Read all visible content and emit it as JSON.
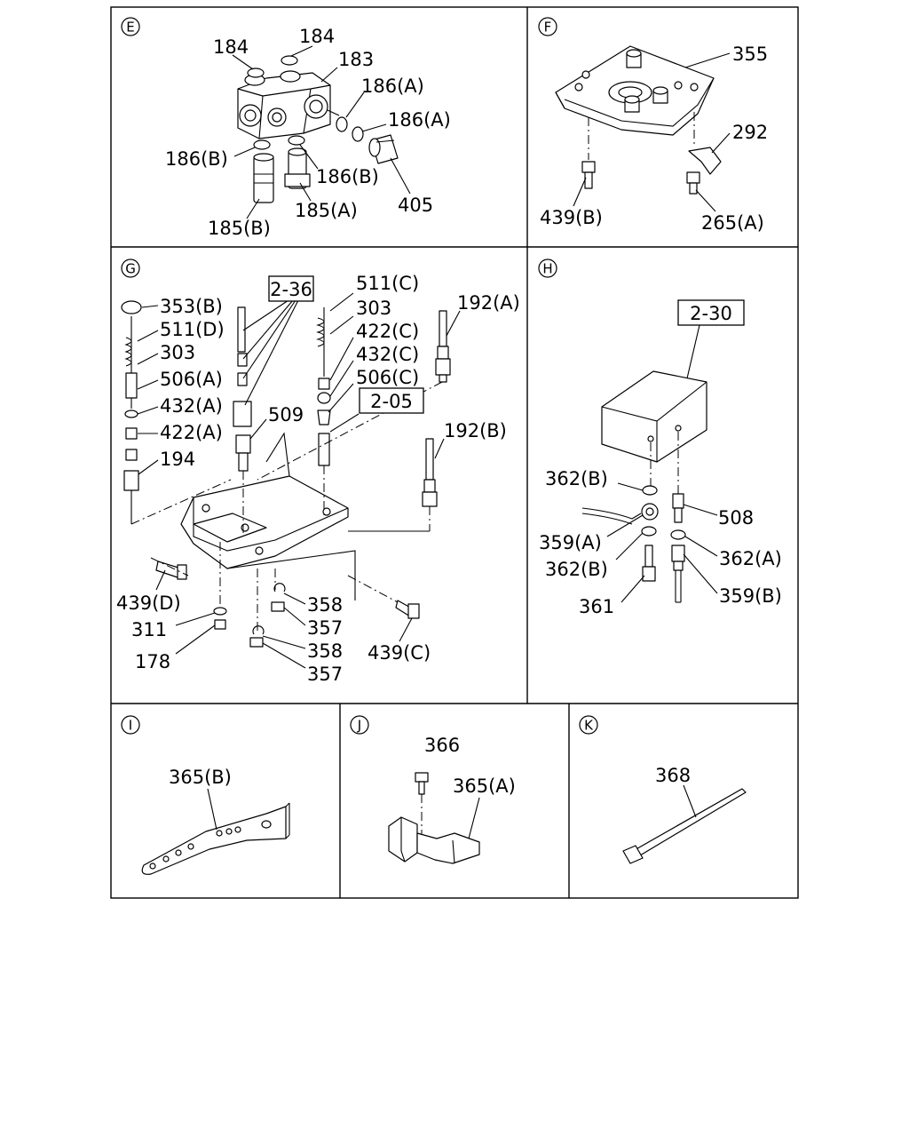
{
  "sections": {
    "E": {
      "mark": "E",
      "labels": {
        "l184a": "184",
        "l184b": "184",
        "l183": "183",
        "l186a1": "186(A)",
        "l186a2": "186(A)",
        "l186b1": "186(B)",
        "l186b2": "186(B)",
        "l405": "405",
        "l185a": "185(A)",
        "l185b": "185(B)"
      }
    },
    "F": {
      "mark": "F",
      "labels": {
        "l355": "355",
        "l292": "292",
        "l439b": "439(B)",
        "l265a": "265(A)"
      }
    },
    "G": {
      "mark": "G",
      "refs": {
        "r236": "2-36",
        "r205": "2-05"
      },
      "labels": {
        "l353b": "353(B)",
        "l511d": "511(D)",
        "l303a": "303",
        "l506a": "506(A)",
        "l432a": "432(A)",
        "l422a": "422(A)",
        "l194": "194",
        "l511c": "511(C)",
        "l303b": "303",
        "l422c": "422(C)",
        "l432c": "432(C)",
        "l506c": "506(C)",
        "l509": "509",
        "l192a": "192(A)",
        "l192b": "192(B)",
        "l439d": "439(D)",
        "l311": "311",
        "l178": "178",
        "l358a": "358",
        "l357a": "357",
        "l358b": "358",
        "l357b": "357",
        "l439c": "439(C)"
      }
    },
    "H": {
      "mark": "H",
      "refs": {
        "r230": "2-30"
      },
      "labels": {
        "l362b1": "362(B)",
        "l508": "508",
        "l359a": "359(A)",
        "l362b2": "362(B)",
        "l362a": "362(A)",
        "l361": "361",
        "l359b": "359(B)"
      }
    },
    "I": {
      "mark": "I",
      "labels": {
        "l365b": "365(B)"
      }
    },
    "J": {
      "mark": "J",
      "labels": {
        "l366": "366",
        "l365a": "365(A)"
      }
    },
    "K": {
      "mark": "K",
      "labels": {
        "l368": "368"
      }
    }
  }
}
